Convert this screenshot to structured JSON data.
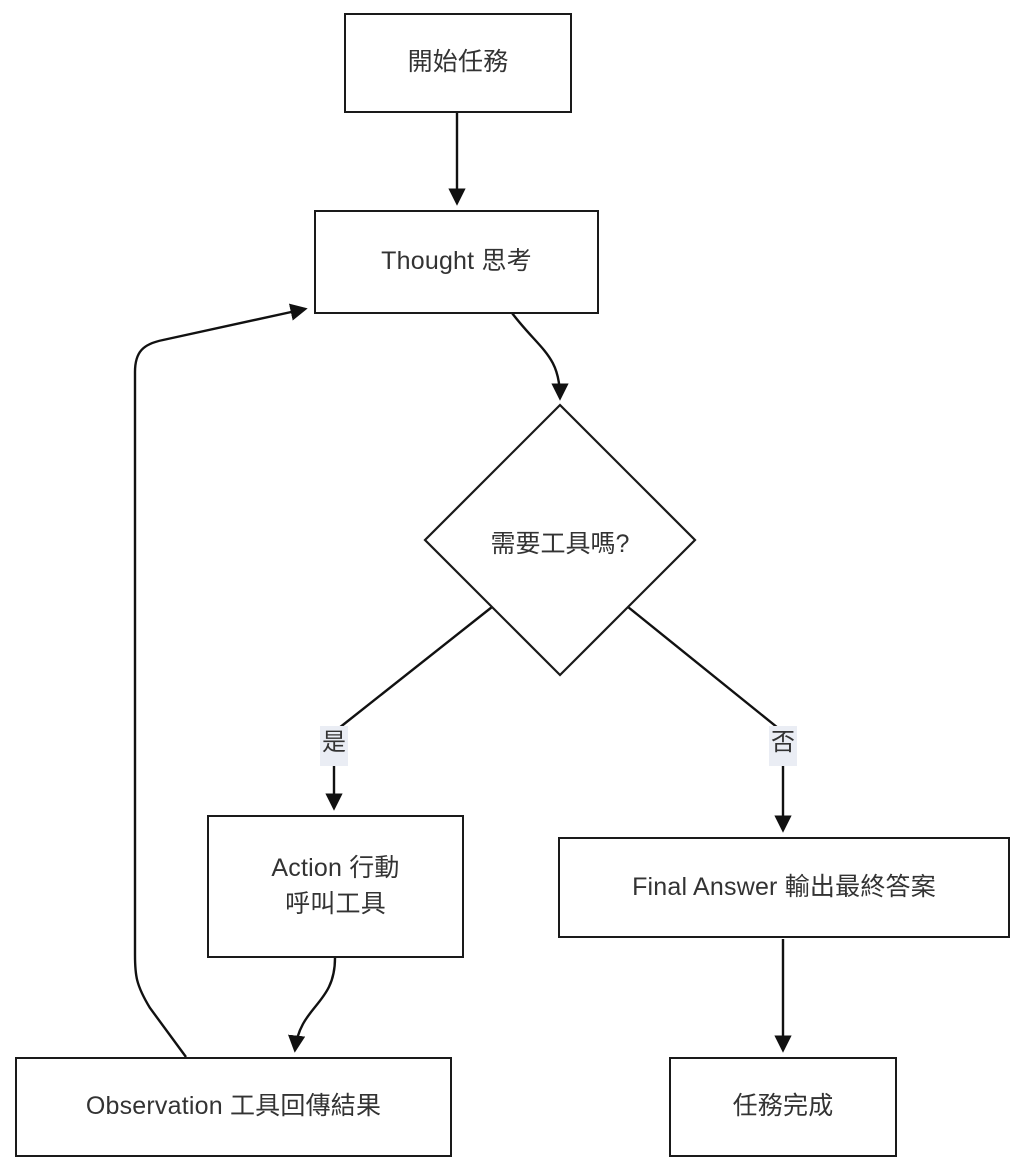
{
  "diagram": {
    "title": "ReAct Agent Loop Flowchart",
    "type": "flowchart",
    "background_color": "#ffffff",
    "stroke_color": "#1a1a1a",
    "text_color": "#333333",
    "label_background_color": "#eaedf4",
    "nodes": {
      "start": {
        "label": "開始任務",
        "shape": "rectangle"
      },
      "thought": {
        "label": "Thought 思考",
        "shape": "rectangle"
      },
      "decision": {
        "label": "需要工具嗎?",
        "shape": "diamond"
      },
      "action": {
        "label_line1": "Action 行動",
        "label_line2": "呼叫工具",
        "shape": "rectangle"
      },
      "final_answer": {
        "label": "Final Answer 輸出最終答案",
        "shape": "rectangle"
      },
      "observation": {
        "label": "Observation 工具回傳結果",
        "shape": "rectangle"
      },
      "done": {
        "label": "任務完成",
        "shape": "rectangle"
      }
    },
    "edge_labels": {
      "yes": "是",
      "no": "否"
    }
  }
}
